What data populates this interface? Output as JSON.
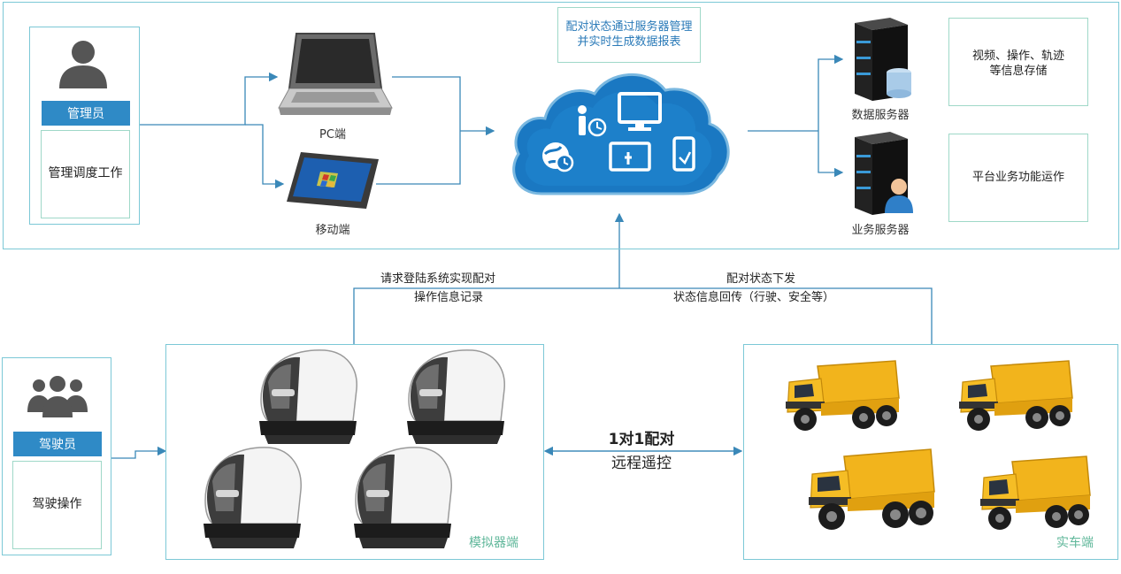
{
  "admin": {
    "role": "管理员",
    "task": "管理调度工作"
  },
  "devices": {
    "pc_label": "PC端",
    "mobile_label": "移动端"
  },
  "cloud_note": {
    "line1": "配对状态通过服务器管理",
    "line2": "并实时生成数据报表"
  },
  "servers": {
    "data_label": "数据服务器",
    "business_label": "业务服务器"
  },
  "storage_note": {
    "line1": "视频、操作、轨迹",
    "line2": "等信息存储"
  },
  "business_note": "平台业务功能运作",
  "flow_left": {
    "line1": "请求登陆系统实现配对",
    "line2": "操作信息记录"
  },
  "flow_right": {
    "line1": "配对状态下发",
    "line2": "状态信息回传（行驶、安全等）"
  },
  "driver": {
    "role": "驾驶员",
    "task": "驾驶操作"
  },
  "pairing": {
    "line1": "1对1配对",
    "line2": "远程遥控"
  },
  "simulator_label": "模拟器端",
  "vehicle_label": "实车端",
  "colors": {
    "frame": "#7cc8d6",
    "role_bar": "#2f8ac6",
    "arrow": "#3a88b8",
    "cloud": "#1f7fc6",
    "truck": "#f2b41c"
  },
  "icons": [
    "user-icon",
    "users-icon",
    "laptop-icon",
    "tablet-icon",
    "cloud-icon",
    "server-icon",
    "simulator-icon",
    "dump-truck-icon"
  ]
}
